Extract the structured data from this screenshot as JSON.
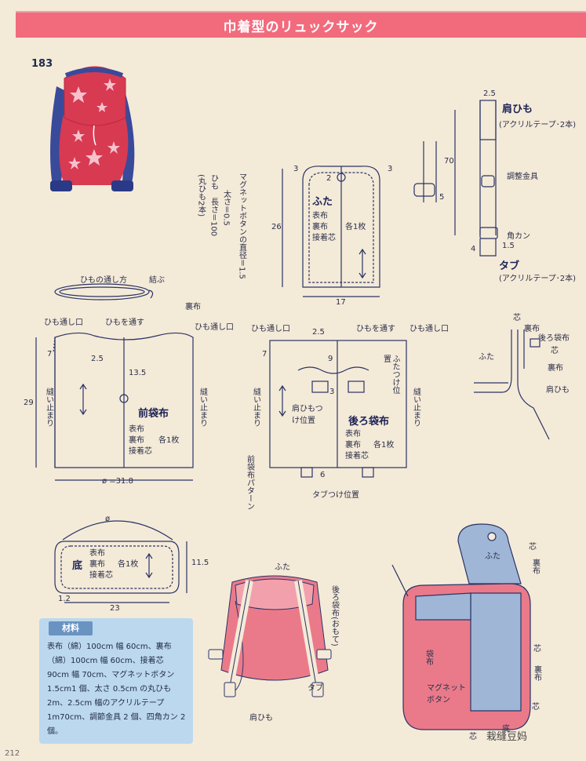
{
  "title": "巾着型のリュックサック",
  "item_number": "183",
  "strap_notes": {
    "ribbon_line1": "(丸ひも2本)",
    "ribbon_line2": "ひも　長さ＝100",
    "ribbon_line3": "　　太さ＝0.5",
    "magnet_line": "マグネットボタンの直径＝1.5"
  },
  "flap": {
    "name": "ふた",
    "lines": [
      "表布",
      "裏布",
      "接着芯"
    ],
    "count": "各1枚",
    "height": "26",
    "width": "17",
    "margin_left": "3",
    "margin_right": "3",
    "center": "2"
  },
  "shoulder": {
    "title": "肩ひも",
    "desc": "(アクリルテープ･2本)",
    "width": "2.5",
    "length": "70",
    "adjuster": "調整金具",
    "ring": "角カン",
    "ring_w": "1.5",
    "four": "4",
    "five": "5",
    "tab_title": "タブ",
    "tab_desc": "(アクリルテープ･2本)"
  },
  "drawstring": {
    "label": "ひもの通し方",
    "knot": "結ぶ",
    "lining": "裏布"
  },
  "front": {
    "name": "前袋布",
    "lines": [
      "表布",
      "裏布",
      "接着芯"
    ],
    "count": "各1枚",
    "left_opening": "ひも通し口",
    "pass": "ひもを通す",
    "right_opening": "ひも通し口",
    "sew_stop": "縫い止まり",
    "seven": "7",
    "two5": "2.5",
    "magnet_pos": "13.5",
    "height": "29",
    "width": "ø =31.8"
  },
  "back": {
    "name": "後ろ袋布",
    "lines": [
      "表布",
      "裏布",
      "接着芯"
    ],
    "count": "各1枚",
    "left_opening": "ひも通し口",
    "pass": "ひもを通す",
    "right_opening": "ひも通し口",
    "lid_pos": "ふたつけ位置",
    "strap_pos": "肩ひもつけ位置",
    "tab_pos": "タブつけ位置",
    "pattern_note": "前袋布パターン",
    "two5": "2.5",
    "nine": "9",
    "three": "3",
    "six": "6",
    "seven": "7"
  },
  "section_diagram": {
    "lid": "ふた",
    "core1": "芯",
    "lining1": "裏布",
    "back_outer": "後ろ袋布",
    "core2": "芯",
    "lining2": "裏布",
    "strap": "肩ひも"
  },
  "bottom": {
    "name": "底",
    "lines": [
      "表布",
      "裏布",
      "接着芯"
    ],
    "count": "各1枚",
    "dia": "ø",
    "height": "11.5",
    "width": "23",
    "corner": "1.2"
  },
  "materials": {
    "heading": "材料",
    "text": "表布（綿）100cm 幅 60cm、裏布（綿）100cm 幅 60cm、接着芯 90cm 幅 70cm、マグネットボタン 1.5cm1 個、太さ 0.5cm の丸ひも 2m、2.5cm 幅のアクリルテープ 1m70cm、調節金具 2 個、四角カン 2 個。"
  },
  "back_view": {
    "lid": "ふた",
    "back_outer": "後ろ袋布(おもて)",
    "tab": "タブ",
    "strap": "肩ひも"
  },
  "open_view": {
    "lid": "ふた",
    "core_top": "芯",
    "lining_top": "裏布",
    "bag_cloth": "袋布",
    "magnet": "マグネットボタン",
    "core_mid": "芯",
    "lining_mid": "裏布",
    "core_bottom": "芯",
    "bottom": "底",
    "core_low": "芯"
  },
  "watermark": "栽缝豆妈",
  "page_number": "212",
  "colors": {
    "banner": "#f26b7d",
    "bag_pink": "#ea7a8a",
    "bag_blue": "#9fb6d6",
    "strap_blue": "#3a4a9a",
    "bag_red": "#d83a52",
    "line": "#2a3466"
  }
}
